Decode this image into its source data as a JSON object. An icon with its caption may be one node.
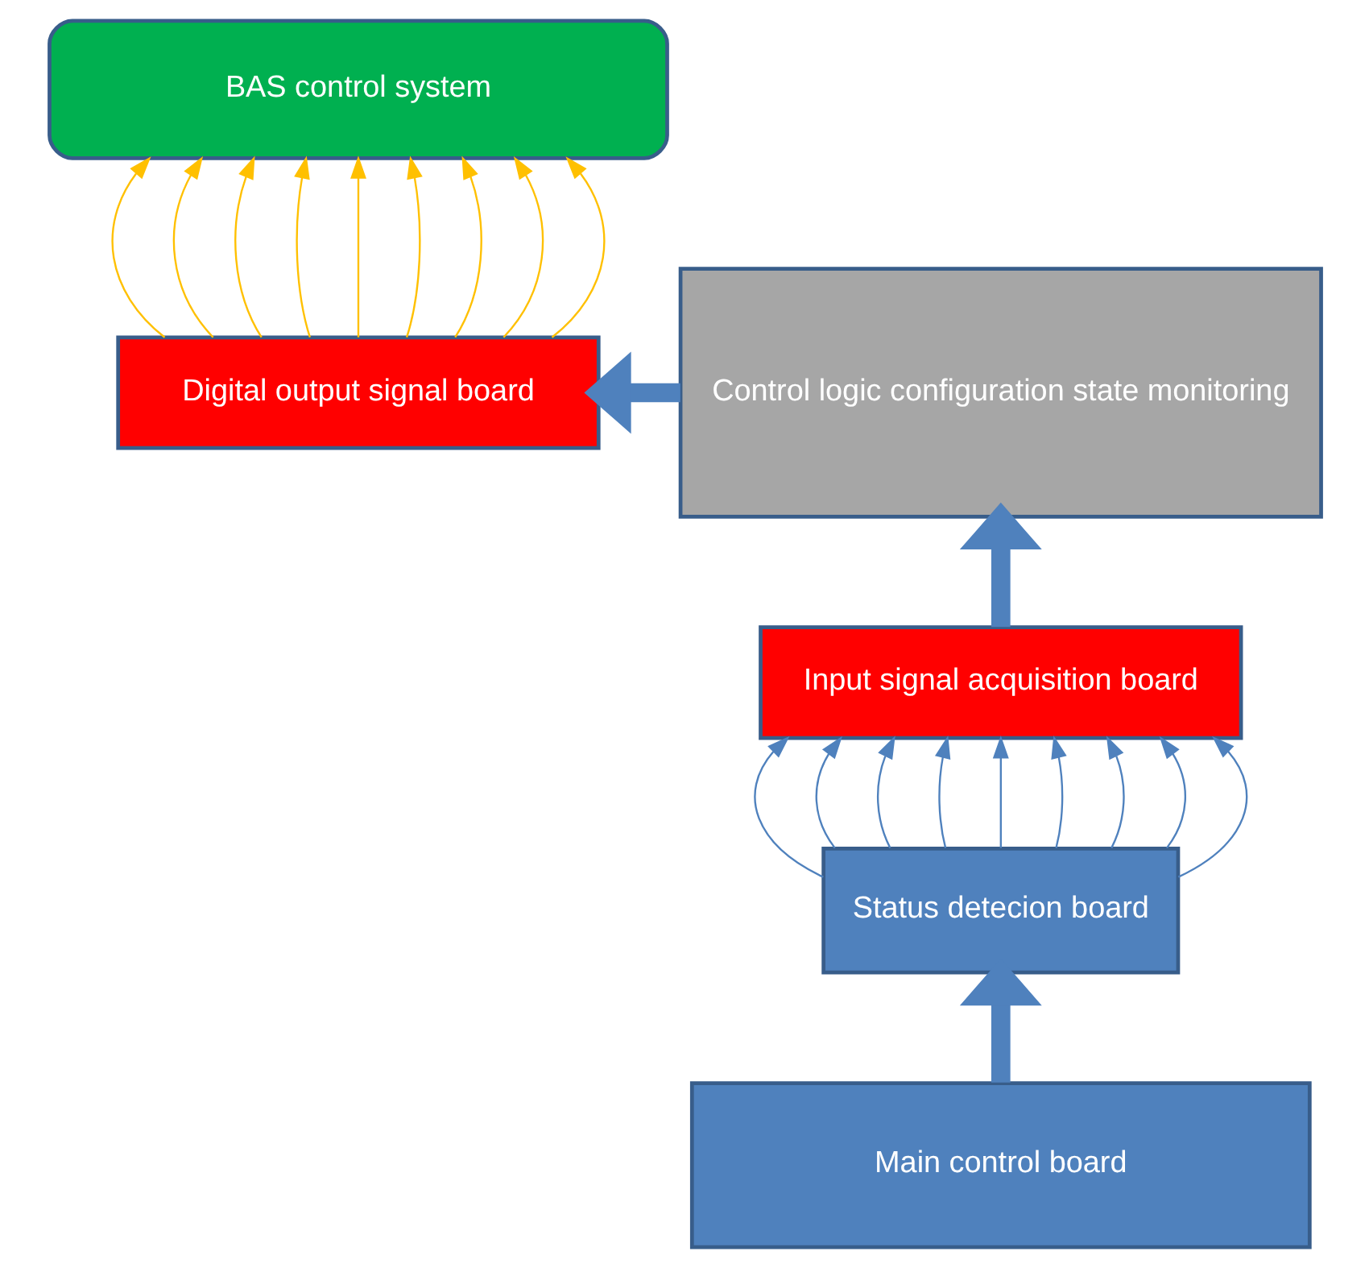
{
  "diagram": {
    "nodes": [
      {
        "text": [
          "BAS control system"
        ]
      },
      {
        "text": [
          "Digital output signal board"
        ]
      },
      {
        "text": [
          "Control logic configuration state monitoring"
        ]
      },
      {
        "text": [
          "Input signal acquisition board"
        ]
      },
      {
        "text": [
          "Status detecion board"
        ]
      },
      {
        "text": [
          "Main control board"
        ]
      }
    ],
    "edges": [
      {
        "from": 1,
        "to": 0,
        "arrow": "to",
        "color": "#ffc000"
      },
      {
        "from": 1,
        "to": 0,
        "arrow": "to",
        "color": "#ffc000"
      },
      {
        "from": 1,
        "to": 0,
        "arrow": "to",
        "color": "#ffc000"
      },
      {
        "from": 1,
        "to": 0,
        "arrow": "to",
        "color": "#ffc000"
      },
      {
        "from": 1,
        "to": 0,
        "arrow": "to",
        "color": "#ffc000"
      },
      {
        "from": 1,
        "to": 0,
        "arrow": "to",
        "color": "#ffc000"
      },
      {
        "from": 1,
        "to": 0,
        "arrow": "to",
        "color": "#ffc000"
      },
      {
        "from": 1,
        "to": 0,
        "arrow": "to",
        "color": "#ffc000"
      },
      {
        "from": 1,
        "to": 0,
        "arrow": "to",
        "color": "#ffc000"
      },
      {
        "from": 2,
        "to": 1,
        "arrow": "to",
        "style": "thick",
        "color": "#4f81bd"
      },
      {
        "from": 3,
        "to": 2,
        "arrow": "to",
        "style": "thick",
        "color": "#4f81bd"
      },
      {
        "from": 4,
        "to": 3,
        "arrow": "to",
        "color": "#4f81bd"
      },
      {
        "from": 4,
        "to": 3,
        "arrow": "to",
        "color": "#4f81bd"
      },
      {
        "from": 4,
        "to": 3,
        "arrow": "to",
        "color": "#4f81bd"
      },
      {
        "from": 4,
        "to": 3,
        "arrow": "to",
        "color": "#4f81bd"
      },
      {
        "from": 4,
        "to": 3,
        "arrow": "to",
        "color": "#4f81bd"
      },
      {
        "from": 4,
        "to": 3,
        "arrow": "to",
        "color": "#4f81bd"
      },
      {
        "from": 4,
        "to": 3,
        "arrow": "to",
        "color": "#4f81bd"
      },
      {
        "from": 4,
        "to": 3,
        "arrow": "to",
        "color": "#4f81bd"
      },
      {
        "from": 4,
        "to": 3,
        "arrow": "to",
        "color": "#4f81bd"
      },
      {
        "from": 5,
        "to": 4,
        "arrow": "to",
        "style": "thick",
        "color": "#4f81bd"
      }
    ]
  }
}
